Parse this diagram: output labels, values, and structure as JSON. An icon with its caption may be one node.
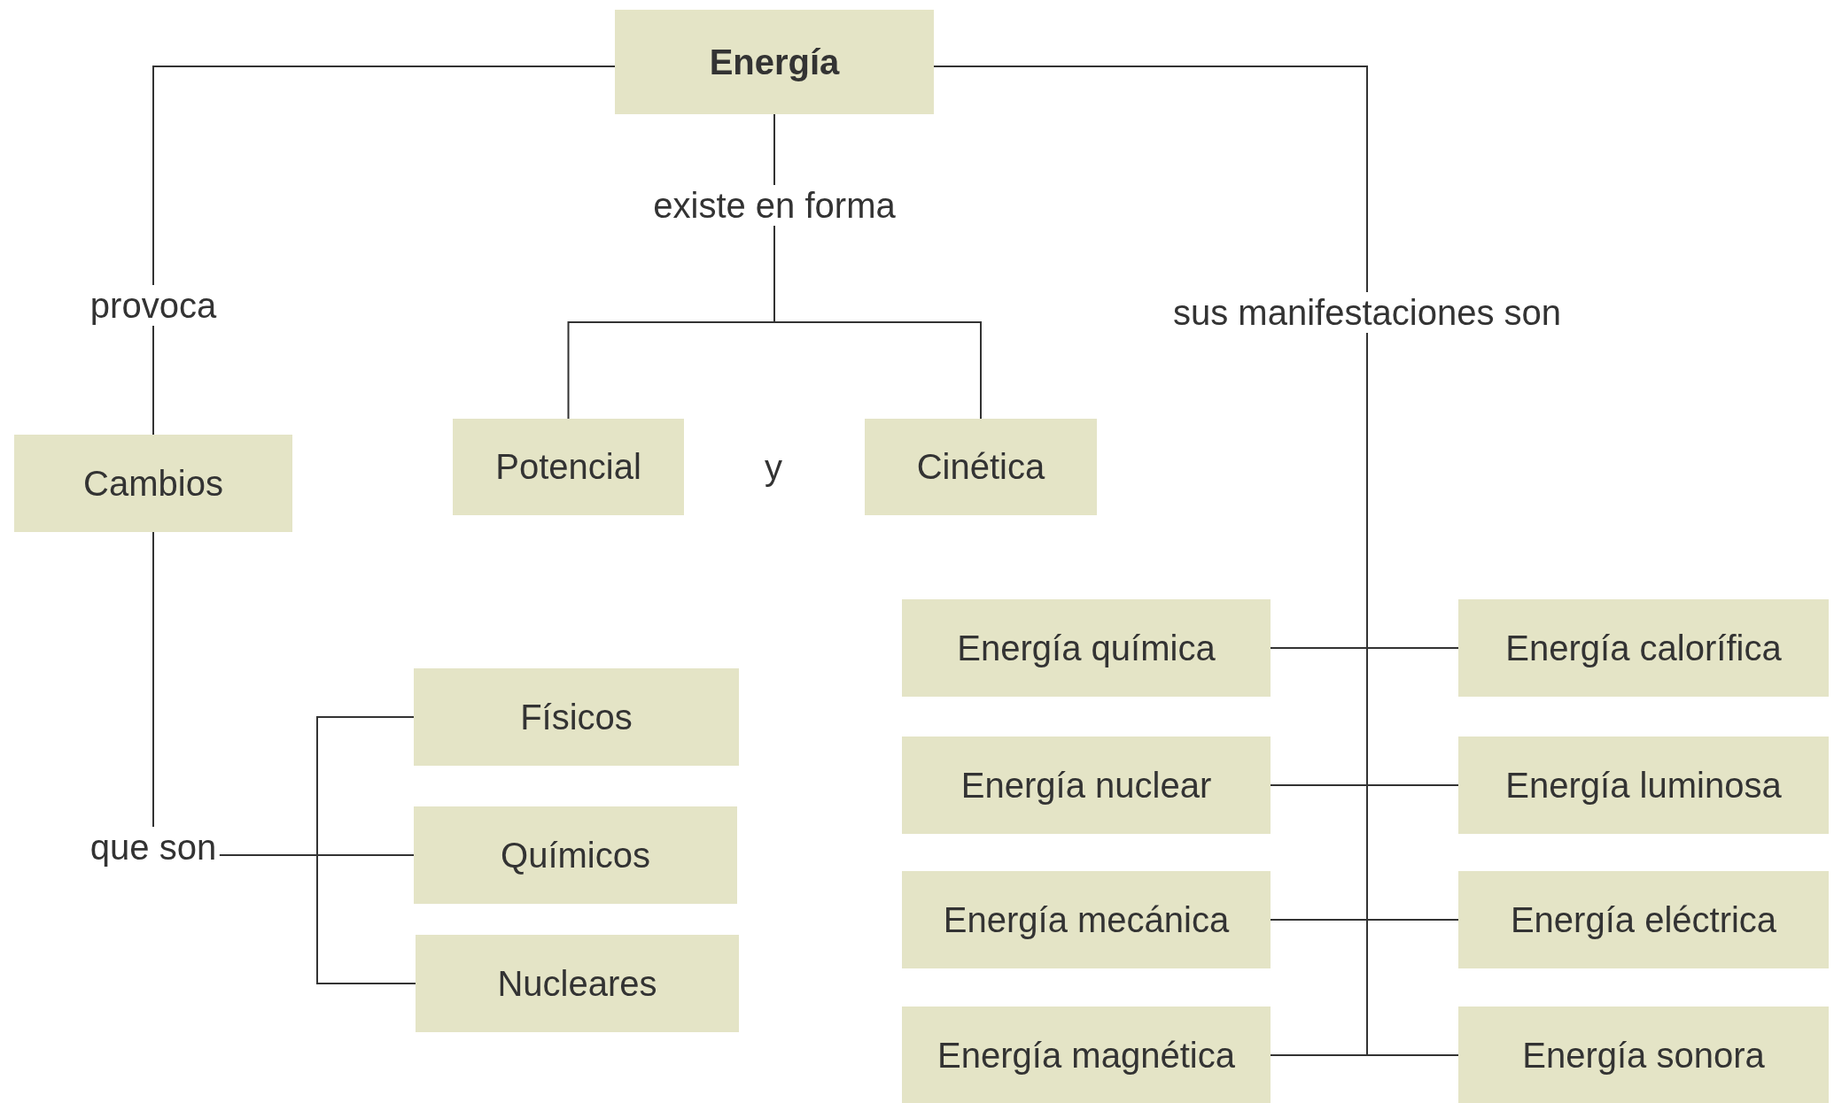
{
  "diagram": {
    "nodes": [
      {
        "text": [
          "Energía"
        ]
      },
      {
        "text": [
          "Cambios"
        ]
      },
      {
        "text": [
          "Potencial"
        ]
      },
      {
        "text": [
          "Cinética"
        ]
      },
      {
        "text": [
          "Físicos"
        ]
      },
      {
        "text": [
          "Químicos"
        ]
      },
      {
        "text": [
          "Nucleares"
        ]
      },
      {
        "text": [
          "Energía química"
        ]
      },
      {
        "text": [
          "Energía calorífica"
        ]
      },
      {
        "text": [
          "Energía nuclear"
        ]
      },
      {
        "text": [
          "Energía luminosa"
        ]
      },
      {
        "text": [
          "Energía mecánica"
        ]
      },
      {
        "text": [
          "Energía eléctrica"
        ]
      },
      {
        "text": [
          "Energía magnética"
        ]
      },
      {
        "text": [
          "Energía sonora"
        ]
      }
    ],
    "edges": [
      {
        "from": 0,
        "to": 1,
        "arrow": "none",
        "label": "provoca"
      },
      {
        "from": 0,
        "to": 2,
        "arrow": "none",
        "label": "existe en forma"
      },
      {
        "from": 0,
        "to": 3,
        "arrow": "none"
      },
      {
        "from": 1,
        "to": 4,
        "arrow": "none",
        "label": "que son"
      },
      {
        "from": 1,
        "to": 5,
        "arrow": "none"
      },
      {
        "from": 1,
        "to": 6,
        "arrow": "none"
      },
      {
        "from": 0,
        "to": 7,
        "arrow": "none",
        "label": "sus manifestaciones son"
      },
      {
        "from": 0,
        "to": 8,
        "arrow": "none"
      },
      {
        "from": 0,
        "to": 9,
        "arrow": "none"
      },
      {
        "from": 0,
        "to": 10,
        "arrow": "none"
      },
      {
        "from": 0,
        "to": 11,
        "arrow": "none"
      },
      {
        "from": 0,
        "to": 12,
        "arrow": "none"
      },
      {
        "from": 0,
        "to": 13,
        "arrow": "none"
      },
      {
        "from": 0,
        "to": 14,
        "arrow": "none"
      }
    ],
    "labels": [
      "y"
    ]
  }
}
